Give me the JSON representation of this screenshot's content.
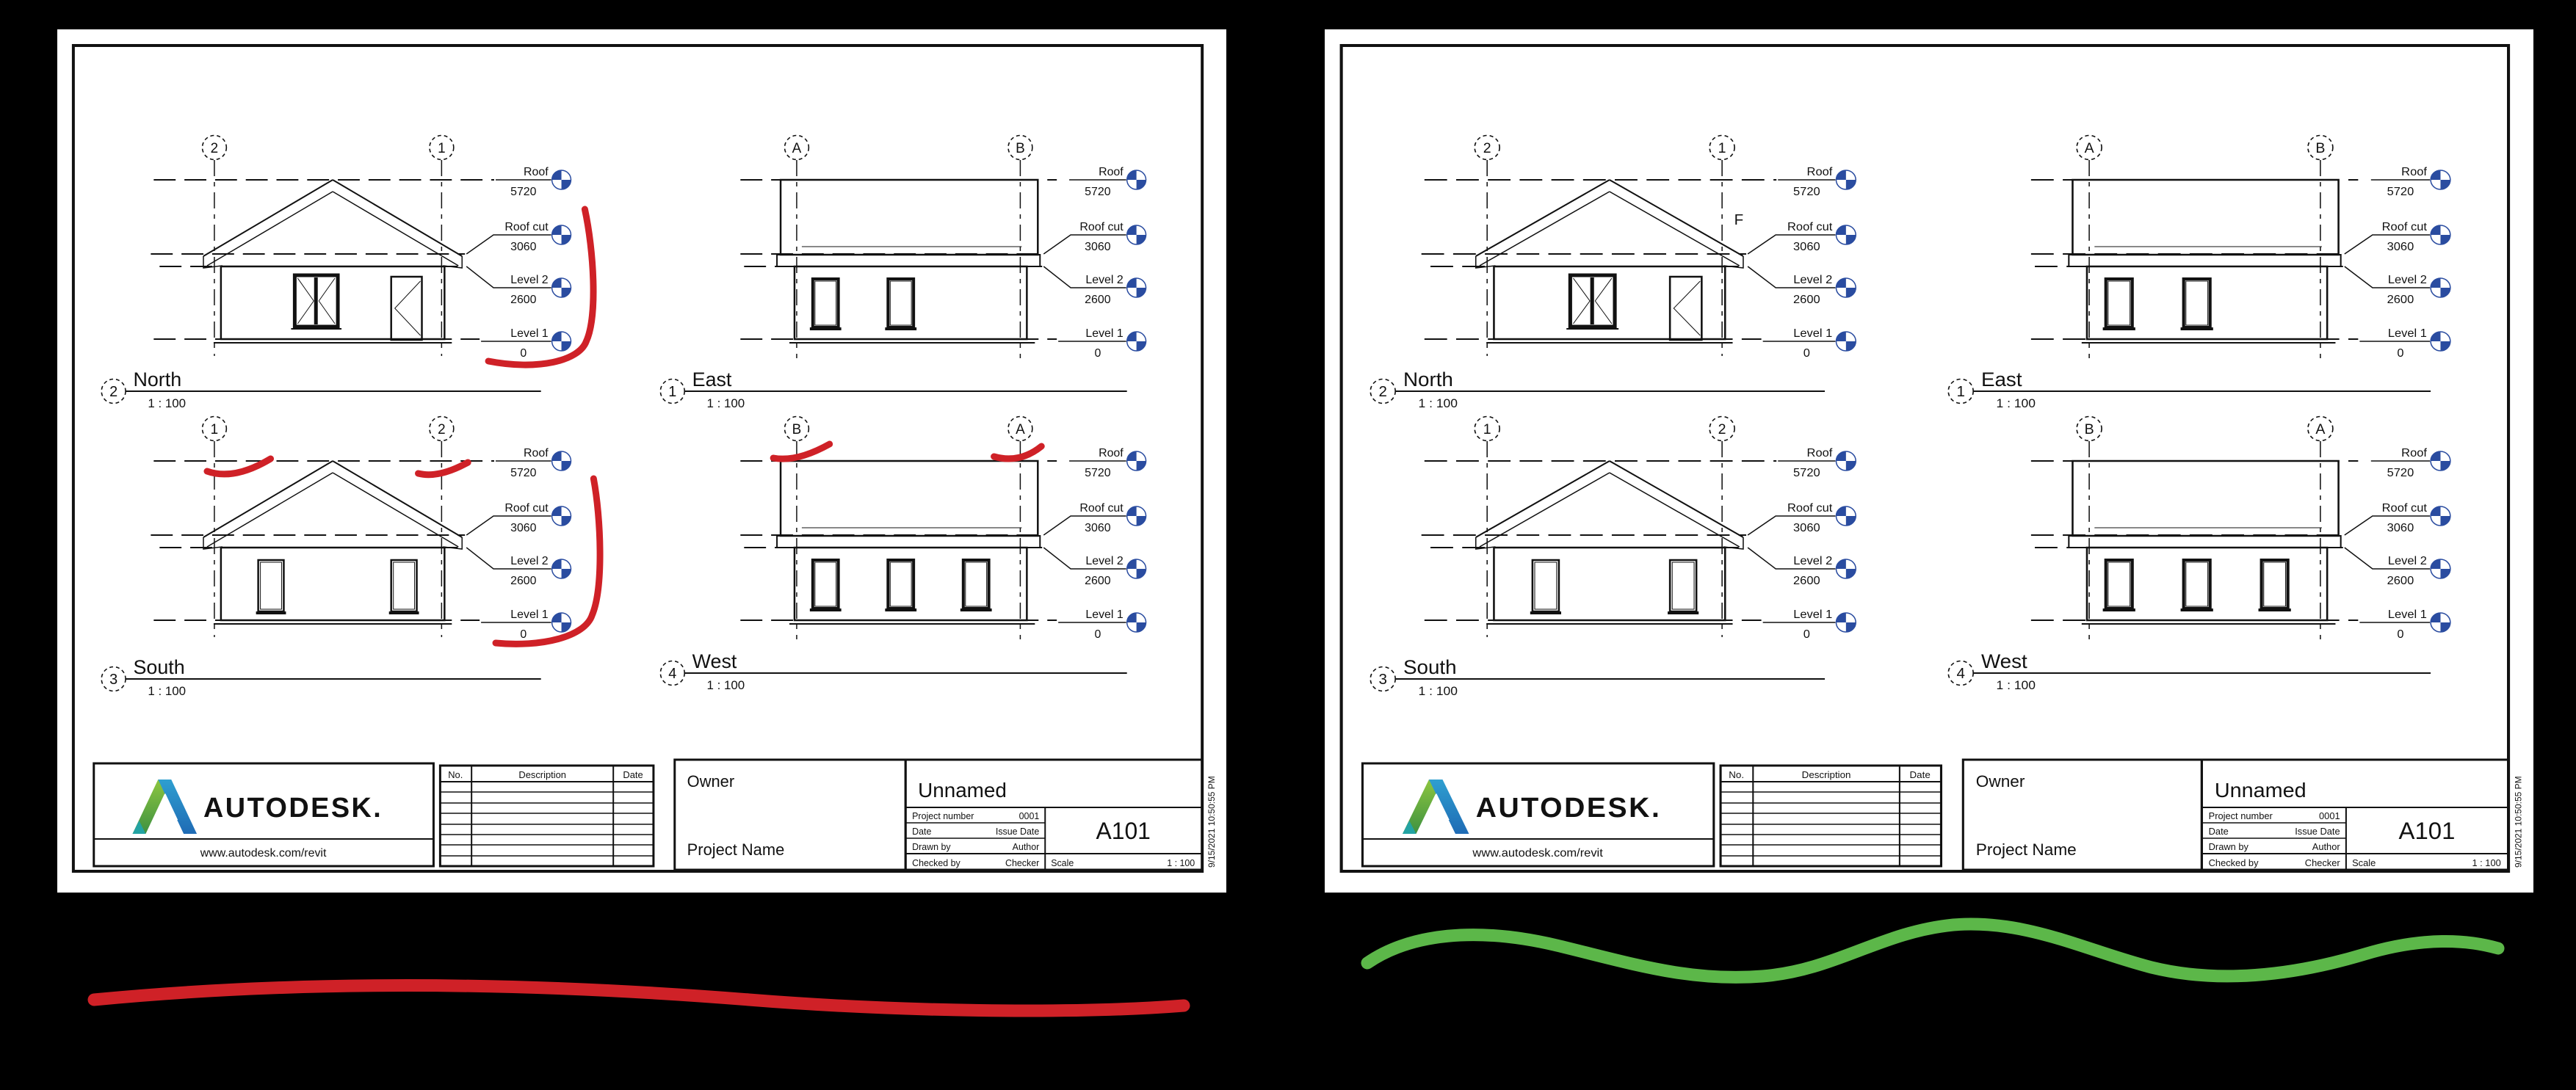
{
  "colors": {
    "background": "#000000",
    "annotation_red": "#CF2127",
    "annotation_green": "#5CB749",
    "level_head_blue": "#2A4CA0",
    "logo_green": "#62AE3D",
    "logo_blue": "#2B7EC1",
    "logo_teal": "#23A3A3"
  },
  "sheet": {
    "timestamp": "9/15/2021 10:50:55 PM",
    "stray_mark": "F",
    "views": {
      "north": {
        "num": "2",
        "title": "North",
        "scale": "1 : 100",
        "grid_left": "2",
        "grid_right": "1"
      },
      "east": {
        "num": "1",
        "title": "East",
        "scale": "1 : 100",
        "grid_left": "A",
        "grid_right": "B"
      },
      "south": {
        "num": "3",
        "title": "South",
        "scale": "1 : 100",
        "grid_left": "1",
        "grid_right": "2"
      },
      "west": {
        "num": "4",
        "title": "West",
        "scale": "1 : 100",
        "grid_left": "B",
        "grid_right": "A"
      }
    },
    "levels": [
      {
        "name": "Roof",
        "elev": "5720"
      },
      {
        "name": "Roof cut",
        "elev": "3060"
      },
      {
        "name": "Level 2",
        "elev": "2600"
      },
      {
        "name": "Level 1",
        "elev": "0"
      }
    ],
    "titleblock": {
      "brand": "AUTODESK.",
      "brand_url": "www.autodesk.com/revit",
      "rev_no": "No.",
      "rev_desc": "Description",
      "rev_date": "Date",
      "owner_label": "Owner",
      "project_name_label": "Project Name",
      "project_title": "Unnamed",
      "f1_label": "Project number",
      "f1_value": "0001",
      "f2_label": "Date",
      "f2_value": "Issue Date",
      "f3_label": "Drawn by",
      "f3_value": "Author",
      "f4_label": "Checked by",
      "f4_value": "Checker",
      "sheet_number": "A101",
      "scale_label": "Scale",
      "scale_value": "1 : 100"
    }
  }
}
